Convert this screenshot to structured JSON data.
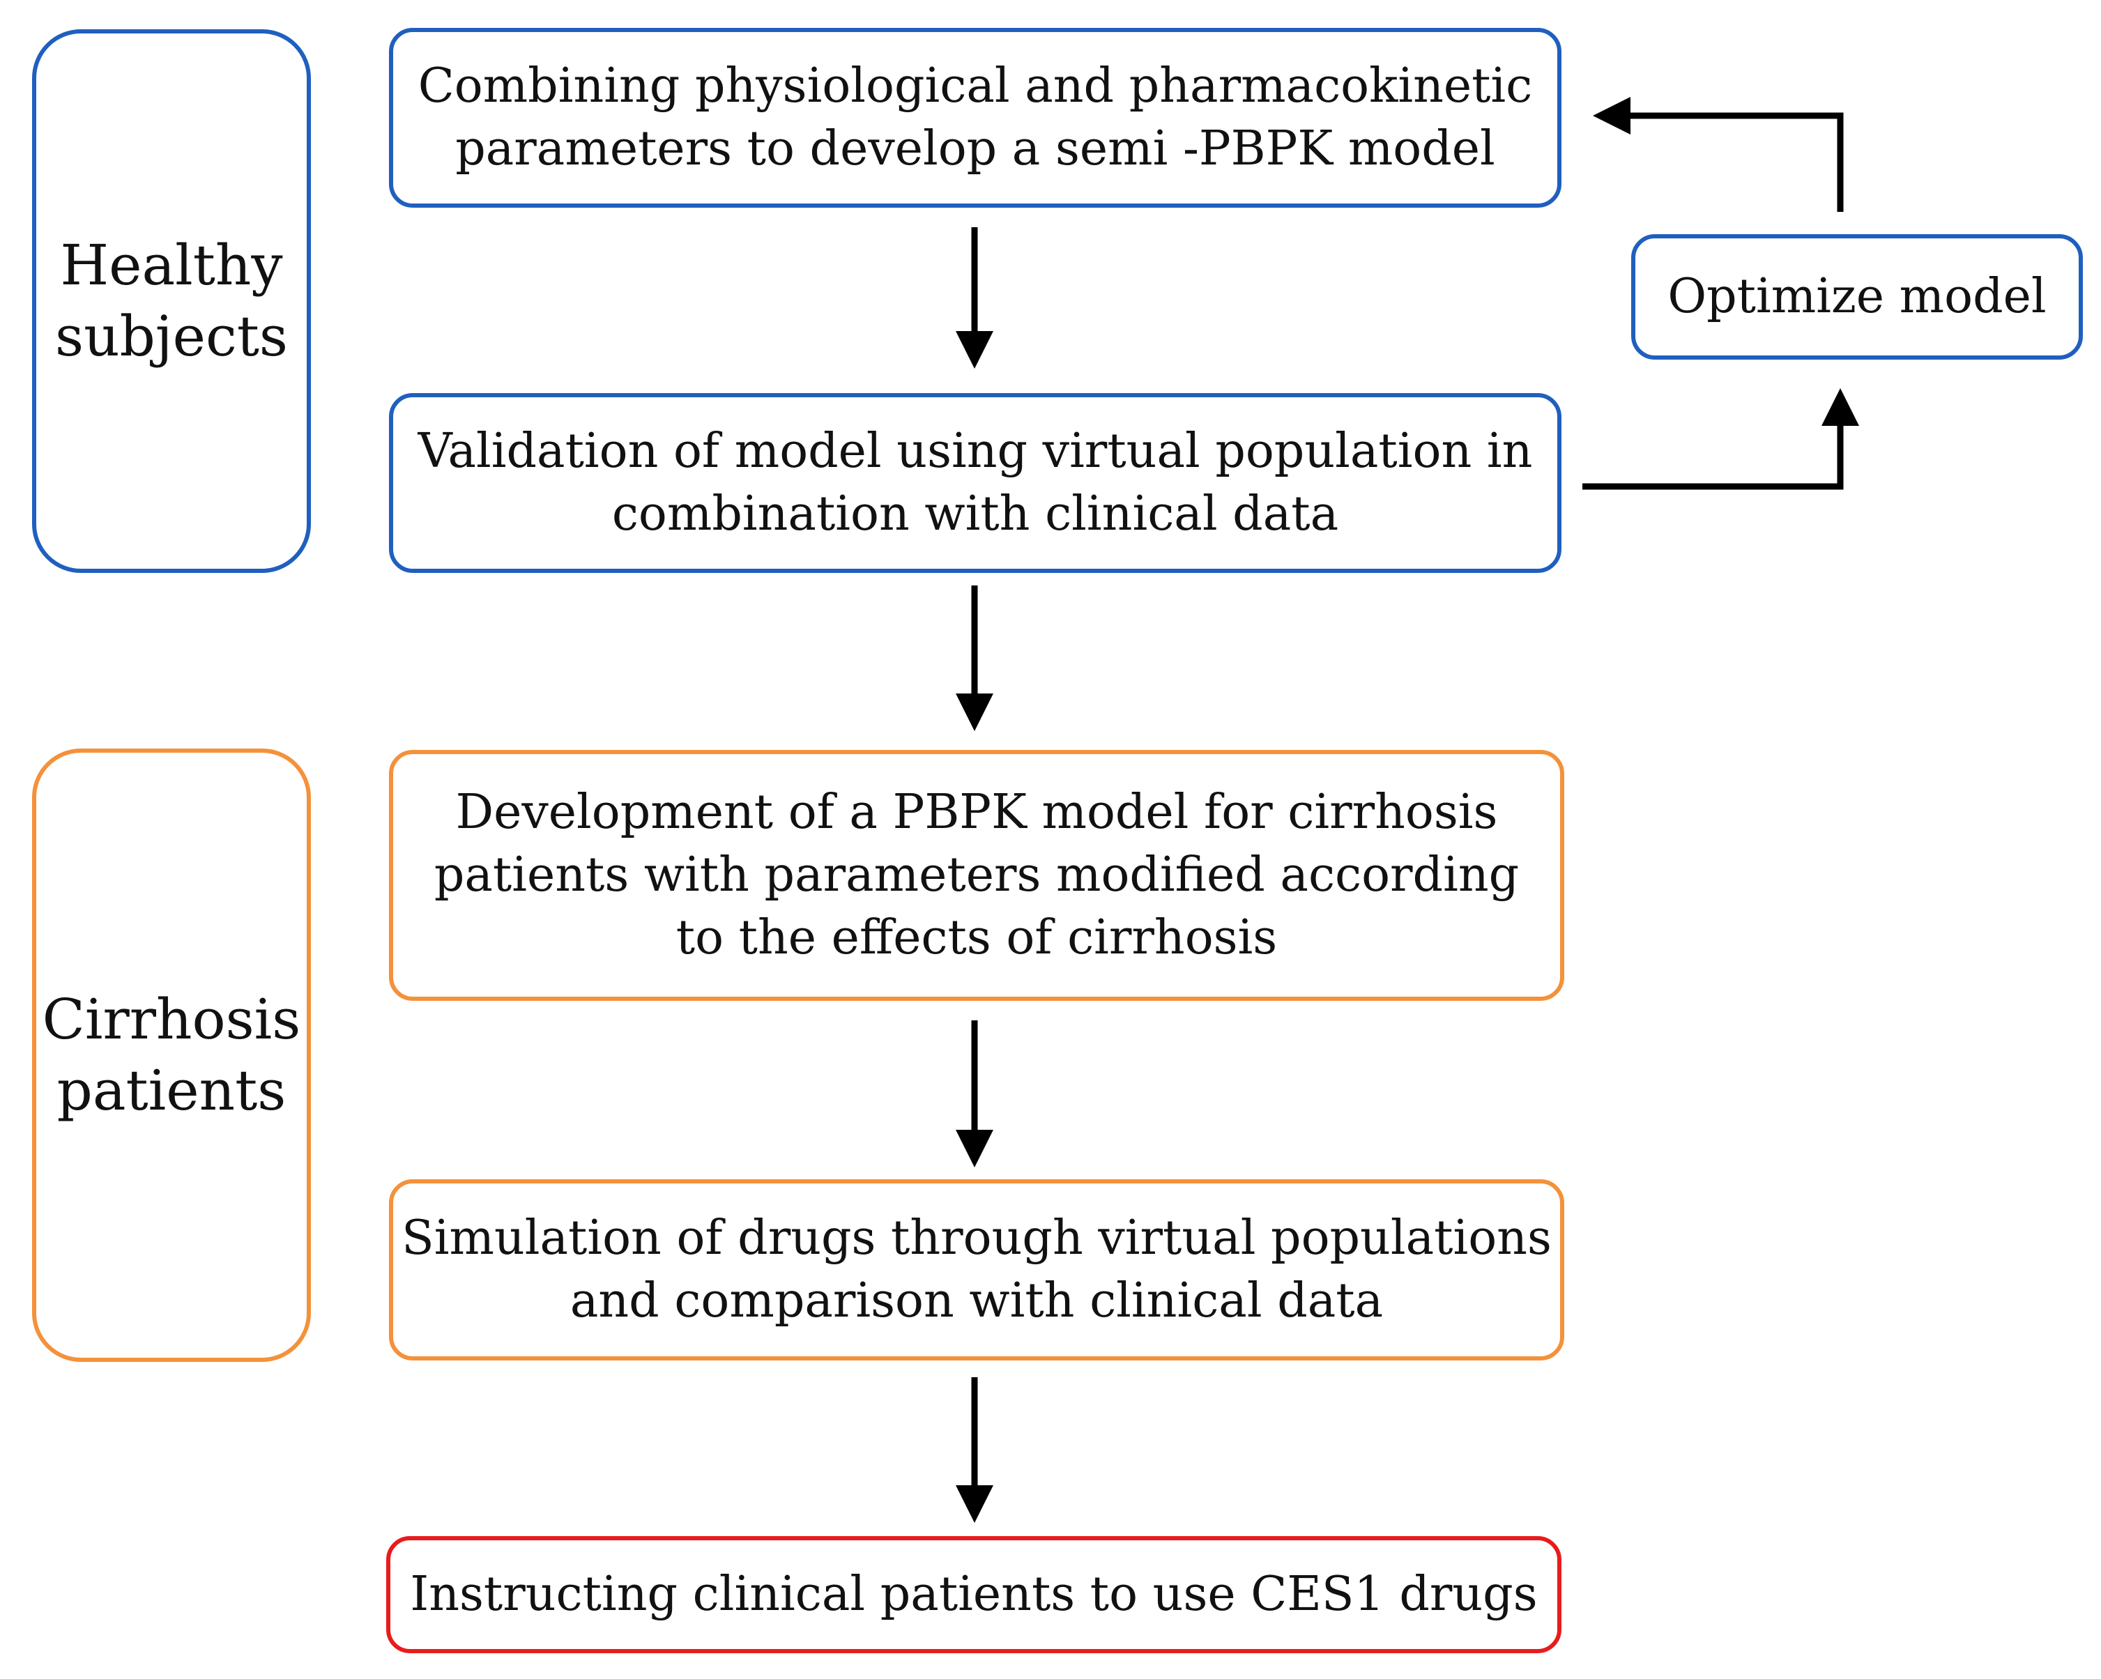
{
  "colors": {
    "healthy": "#1f5fbf",
    "cirrhosis": "#f4913a",
    "outcome": "#e81c1c",
    "arrow": "#000000"
  },
  "groups": {
    "healthy": "Healthy\nsubjects",
    "cirrhosis": "Cirrhosis\npatients"
  },
  "steps": {
    "combine": "Combining physiological and pharmacokinetic\nparameters to develop a semi -PBPK model",
    "validate": "Validation of model using virtual population in\ncombination with clinical data",
    "optimize": "Optimize model",
    "develop": "Development of a PBPK model for cirrhosis\npatients with parameters modified according\nto the effects of cirrhosis",
    "simulate": "Simulation of drugs through virtual populations\nand comparison with clinical data",
    "instruct": "Instructing clinical patients to use CES1 drugs"
  }
}
